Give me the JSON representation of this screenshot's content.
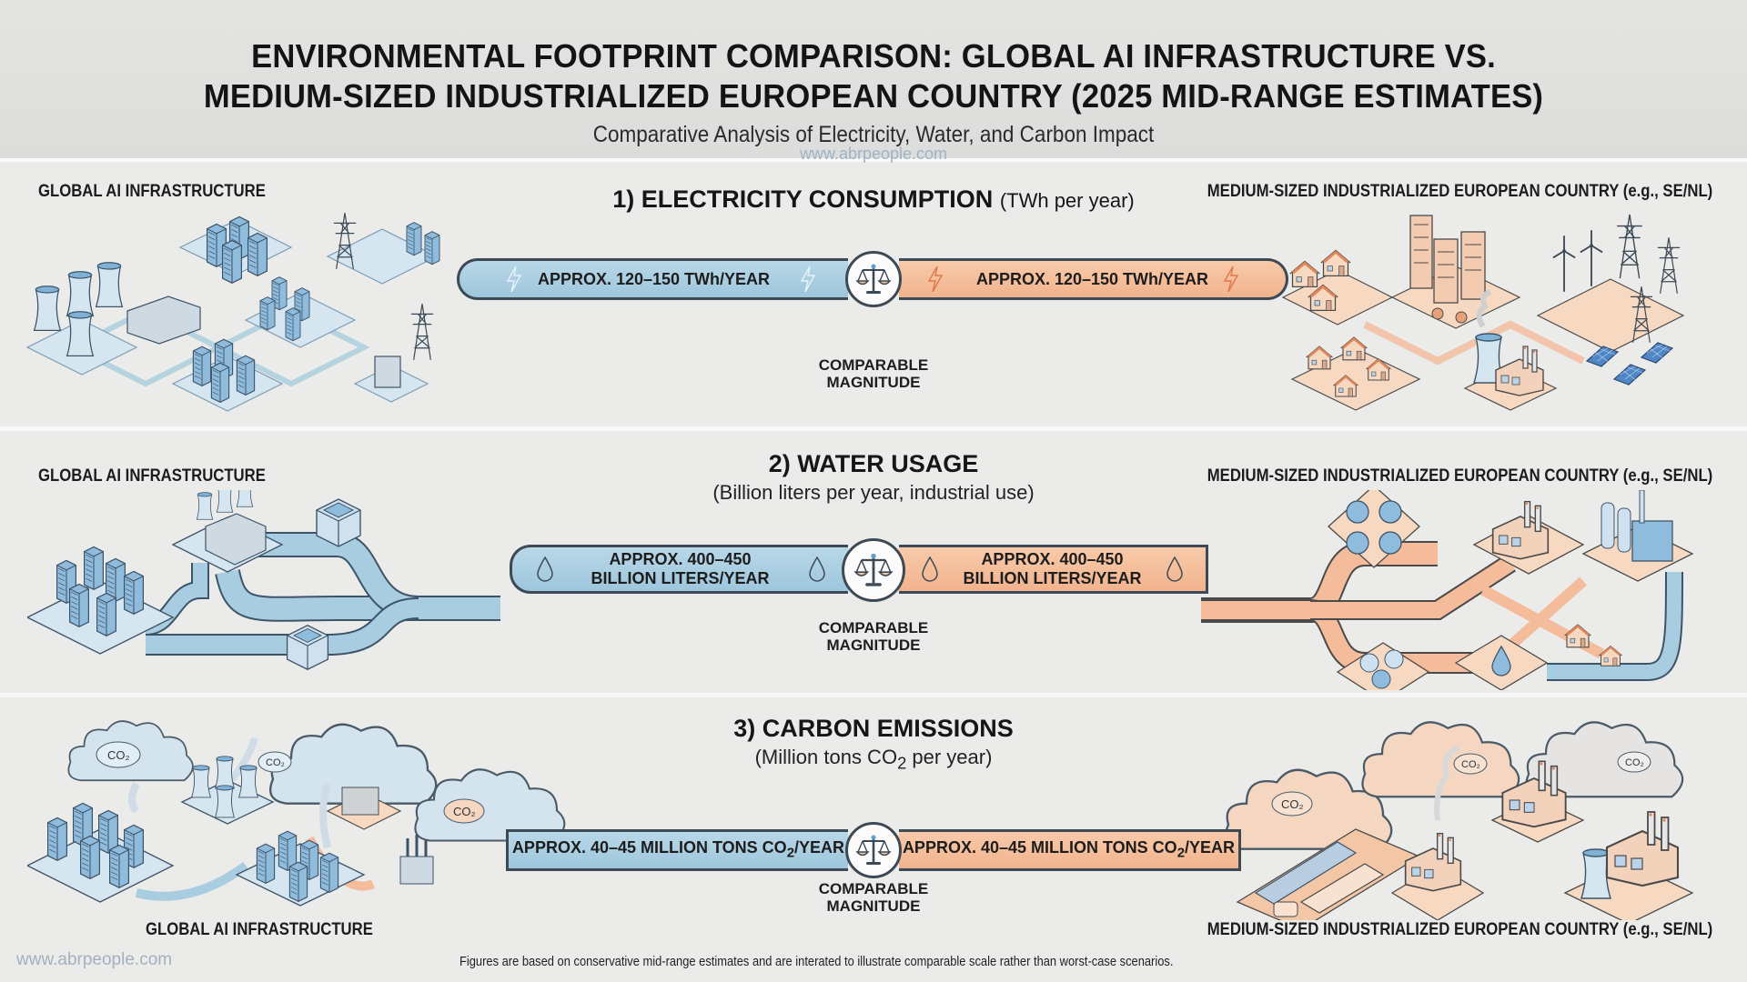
{
  "header": {
    "title_line1": "ENVIRONMENTAL FOOTPRINT COMPARISON: GLOBAL AI INFRASTRUCTURE VS.",
    "title_line2": "MEDIUM-SIZED INDUSTRIALIZED EUROPEAN COUNTRY (2025 MID-RANGE ESTIMATES)",
    "subtitle": "Comparative Analysis of Electricity, Water, and Carbon Impact",
    "watermark": "www.abrpeople.com"
  },
  "colors": {
    "ai_blue": "#a9cde0",
    "country_orange": "#f4bc9a",
    "outline": "#3d4a55",
    "background": "#ebebea"
  },
  "sections": [
    {
      "number_title": "1) ELECTRICITY CONSUMPTION",
      "unit": "(TWh per year)",
      "subtitle": "",
      "left_label": "GLOBAL AI INFRASTRUCTURE",
      "right_label": "MEDIUM-SIZED INDUSTRIALIZED EUROPEAN COUNTRY (e.g., SE/NL)",
      "left_value": "APPROX. 120–150 TWh/YEAR",
      "right_value": "APPROX. 120–150 TWh/YEAR",
      "icon": "lightning-bolt-icon",
      "comparison_line1": "COMPARABLE",
      "comparison_line2": "MAGNITUDE"
    },
    {
      "number_title": "2) WATER USAGE",
      "unit": "",
      "subtitle": "(Billion liters per year, industrial use)",
      "left_label": "GLOBAL AI INFRASTRUCTURE",
      "right_label": "MEDIUM-SIZED INDUSTRIALIZED EUROPEAN COUNTRY (e.g., SE/NL)",
      "left_value_line1": "APPROX. 400–450",
      "left_value_line2": "BILLION LITERS/YEAR",
      "right_value_line1": "APPROX. 400–450",
      "right_value_line2": "BILLION LITERS/YEAR",
      "icon": "water-drop-icon",
      "comparison_line1": "COMPARABLE",
      "comparison_line2": "MAGNITUDE"
    },
    {
      "number_title": "3) CARBON EMISSIONS",
      "unit": "",
      "subtitle_pre": "(Million tons CO",
      "subtitle_sub": "2",
      "subtitle_post": " per year)",
      "left_label": "GLOBAL AI INFRASTRUCTURE",
      "right_label": "MEDIUM-SIZED INDUSTRIALIZED EUROPEAN COUNTRY (e.g., SE/NL)",
      "value_pre": "APPROX. 40–45 MILLION TONS CO",
      "value_sub": "2",
      "value_post": "/YEAR",
      "cloud_label": "CO₂",
      "comparison_line1": "COMPARABLE",
      "comparison_line2": "MAGNITUDE"
    }
  ],
  "chart_data": {
    "type": "bar",
    "title": "Environmental Footprint Comparison: Global AI Infrastructure vs. Medium-Sized Industrialized European Country (2025 Mid-Range Estimates)",
    "categories": [
      "Electricity (TWh/yr)",
      "Water (Billion L/yr)",
      "Carbon (Mt CO2/yr)"
    ],
    "series": [
      {
        "name": "Global AI Infrastructure",
        "ranges": [
          [
            120,
            150
          ],
          [
            400,
            450
          ],
          [
            40,
            45
          ]
        ]
      },
      {
        "name": "Medium-Sized Industrialized European Country (e.g., SE/NL)",
        "ranges": [
          [
            120,
            150
          ],
          [
            400,
            450
          ],
          [
            40,
            45
          ]
        ]
      }
    ],
    "annotation": "Comparable Magnitude"
  },
  "footer": {
    "note": "Figures are based on conservative mid-range estimates and are interated to illustrate comparable scale rather than worst-case scenarios.",
    "watermark": "www.abrpeople.com"
  }
}
